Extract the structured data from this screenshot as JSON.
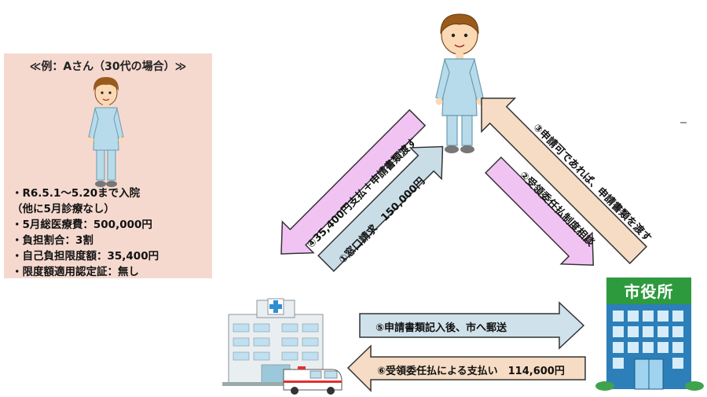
{
  "example": {
    "title": "≪例：Aさん（30代の場合）≫",
    "lines": [
      "・R6.5.1～5.20まで入院",
      "（他に5月診療なし）",
      "・5月総医療費：500,000円",
      "・負担割合：3割",
      "・自己負担限度額：35,400円",
      "・限度額適用認定証：無し"
    ]
  },
  "arrows": {
    "step1": "①窓口請求　150,000円",
    "step2": "②受領委任払制度相談",
    "step3": "③申請可であれば、申請書類を渡す",
    "step4": "④35,400円支払＋申請書類渡す",
    "step5": "⑤申請書類記入後、市へ郵送",
    "step6": "⑥受領委任払による支払い　114,600円"
  },
  "city_hall_sign": "市役所",
  "colors": {
    "panel": "#f5d9cf",
    "step1": "#c9dde6",
    "step2": "#f1c3f3",
    "step3": "#f6dcc4",
    "step4": "#f1c3f3",
    "step5": "#cfe1ea",
    "step6": "#f6dcc4"
  }
}
